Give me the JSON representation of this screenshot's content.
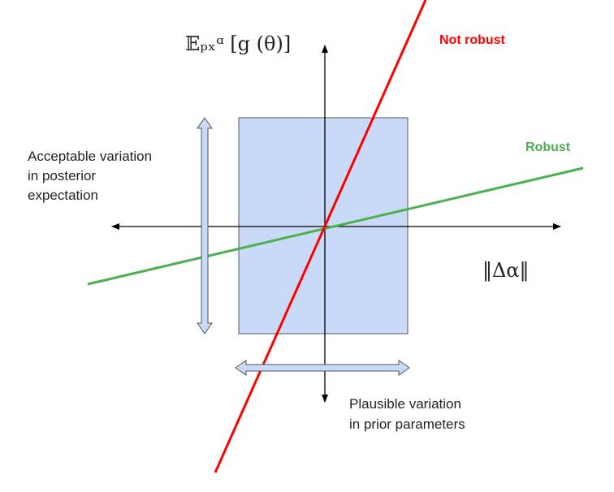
{
  "labels": {
    "y_axis": "𝔼ₚₓᵅ [g (θ)]",
    "x_axis": "‖Δα‖",
    "not_robust": "Not robust",
    "robust": "Robust",
    "acceptable_line1": "Acceptable variation",
    "acceptable_line2": "in posterior",
    "acceptable_line3": "expectation",
    "plausible_line1": "Plausible variation",
    "plausible_line2": "in prior parameters"
  },
  "colors": {
    "not_robust": "#ff0000",
    "robust": "#4caf50",
    "region_fill": "#c9daf8",
    "axis": "#000000"
  },
  "icons": {
    "vertical_arrow": "double-arrow-vertical",
    "horizontal_arrow": "double-arrow-horizontal"
  }
}
